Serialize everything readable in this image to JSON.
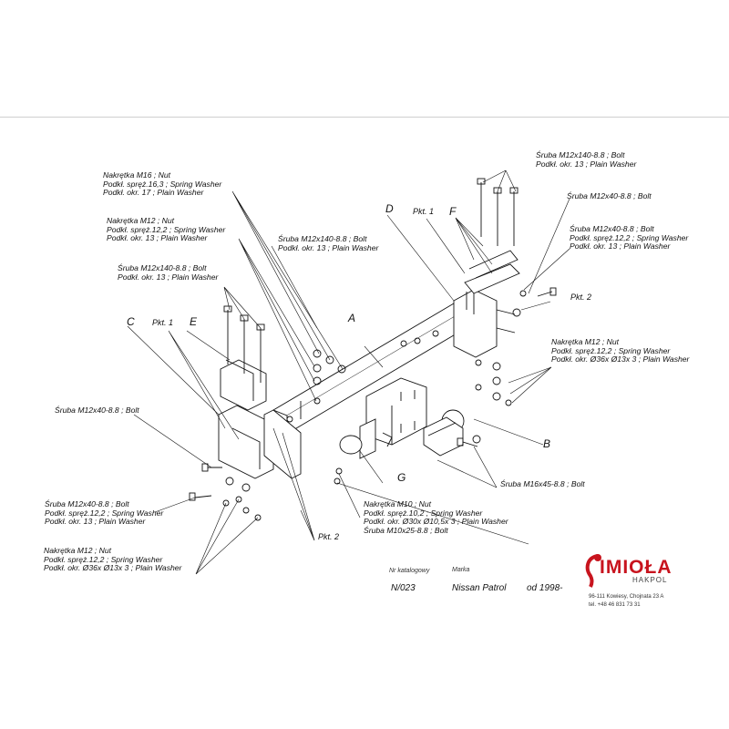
{
  "callouts": {
    "top_right_bolt": [
      "Śruba M12x140-8.8 ;  Bolt",
      "Podkł. okr. 13 ; Plain Washer"
    ],
    "right_m12x40_1": [
      "Śruba M12x40-8.8 ;  Bolt"
    ],
    "right_m12x40_2": [
      "Śruba M12x40-8.8 ;  Bolt",
      "Podkł. spręż.12,2 ; Spring Washer",
      "Podkł. okr. 13 ; Plain Washer"
    ],
    "right_nut": [
      "Nakrętka  M12 ; Nut",
      "Podkł. spręż.12,2 ; Spring Washer",
      "Podkł. okr.  Ø36x Ø13x 3 ; Plain Washer"
    ],
    "top_m16": [
      "Nakrętka  M16 ; Nut",
      "Podkł. spręż.16,3 ; Spring Washer",
      "Podkł. okr. 17 ; Plain Washer"
    ],
    "left_m12_nut": [
      "Nakrętka  M12 ; Nut",
      "Podkł. spręż.12,2 ; Spring Washer",
      "Podkł. okr. 13 ; Plain Washer"
    ],
    "center_m12x140": [
      "Śruba M12x140-8.8 ;  Bolt",
      "Podkł. okr. 13 ; Plain Washer"
    ],
    "left_m12x140": [
      "Śruba M12x140-8.8 ;  Bolt",
      "Podkł. okr. 13 ; Plain Washer"
    ],
    "left_m12x40": [
      "Śruba M12x40-8.8 ;  Bolt"
    ],
    "bottom_left_bolt": [
      "Śruba M12x40-8.8 ;  Bolt",
      "Podkł. spręż.12,2 ; Spring Washer",
      "Podkł. okr. 13 ; Plain Washer"
    ],
    "bottom_left_nut": [
      "Nakrętka  M12 ; Nut",
      "Podkł. spręż.12,2 ; Spring Washer",
      "Podkł. okr.  Ø36x Ø13x 3 ; Plain Washer"
    ],
    "m10": [
      "Nakrętka  M10 ; Nut",
      "Podkł. spręż.10,2 ; Spring Washer",
      "Podkł. okr.  Ø30x Ø10,5x 3 ; Plain Washer",
      "Śruba M10x25-8.8 ;  Bolt"
    ],
    "m16x45": [
      "Śruba M16x45-8.8 ;  Bolt"
    ]
  },
  "part_letters": {
    "a": "A",
    "b": "B",
    "c": "C",
    "d": "D",
    "e": "E",
    "f": "F",
    "g": "G"
  },
  "pkt": {
    "pkt1_left": "Pkt. 1",
    "pkt1_top": "Pkt. 1",
    "pkt2_right": "Pkt. 2",
    "pkt2_bottom": "Pkt. 2"
  },
  "title_block": {
    "catalog_caption": "Nr katalogowy",
    "brand_caption": "Marka",
    "catalog_number": "N/023",
    "model": "Nissan Patrol",
    "year": "od 1998-"
  },
  "logo": {
    "name": "IMIOŁA",
    "sub": "HAKPOL",
    "address": "96-111 Kowiesy, Chojnata 23 A",
    "tel": "tel. +48 46 831 73 31"
  },
  "colors": {
    "ink": "#111111",
    "brand_red": "#c8141e",
    "rule": "#cfcfcf"
  }
}
